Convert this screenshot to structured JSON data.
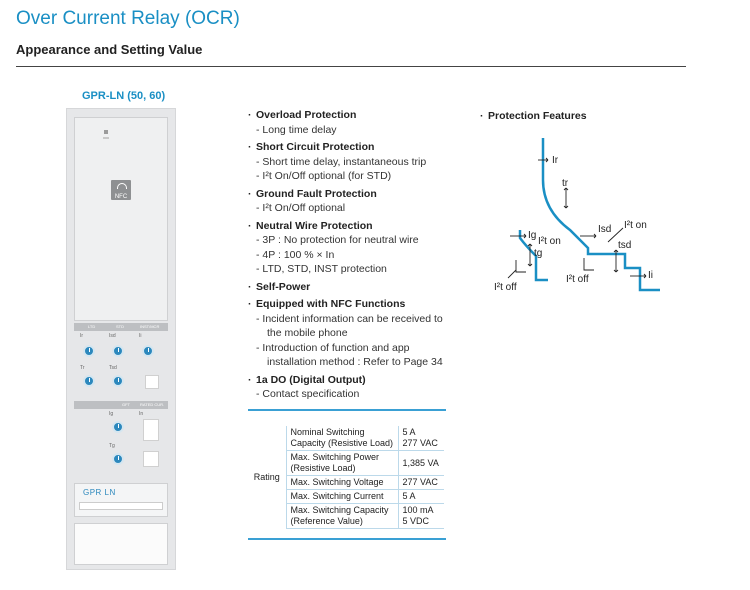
{
  "header": {
    "title": "Over Current Relay (OCR)",
    "subtitle": "Appearance and Setting Value"
  },
  "device": {
    "model": "GPR-LN (50, 60)",
    "nfc_label": "NFC",
    "band1": {
      "a": "LTD",
      "b": "STD",
      "c": "INST/MCR"
    },
    "band2": {
      "a": "GFT",
      "b": "RATED CUR."
    },
    "dial_labels": {
      "ir": "Ir",
      "isd": "Isd",
      "ii": "Ii",
      "tr": "Tr",
      "tsd": "Tsd",
      "ig": "Ig",
      "in": "In",
      "tg": "Tg"
    },
    "name_plate": "GPR LN",
    "icons": {
      "led": "status-led-icon",
      "nfc": "nfc-icon",
      "dial": "rotary-dial-icon"
    }
  },
  "features": [
    {
      "head": "Overload Protection",
      "items": [
        "- Long time delay"
      ]
    },
    {
      "head": "Short Circuit Protection",
      "items": [
        "- Short time delay, instantaneous trip",
        "- I²t On/Off optional (for STD)"
      ]
    },
    {
      "head": "Ground Fault Protection",
      "items": [
        "- I²t On/Off optional"
      ]
    },
    {
      "head": "Neutral Wire Protection",
      "items": [
        "- 3P : No protection for neutral wire",
        "- 4P : 100 % × In",
        "- LTD, STD, INST protection"
      ]
    },
    {
      "head": "Self-Power",
      "items": []
    },
    {
      "head": "Equipped with NFC Functions",
      "items": [
        "- Incident information can be received to",
        "  the mobile phone",
        "- Introduction of function and app",
        "  installation method : Refer to Page 34"
      ]
    },
    {
      "head": "1a DO (Digital Output)",
      "items": [
        "- Contact specification"
      ]
    }
  ],
  "rating": {
    "label": "Rating",
    "rows": [
      {
        "name": [
          "Nominal Switching",
          "Capacity (Resistive Load)"
        ],
        "value": [
          "5 A",
          "277 VAC"
        ]
      },
      {
        "name": [
          "Max. Switching Power",
          "(Resistive Load)"
        ],
        "value": [
          "1,385 VA"
        ]
      },
      {
        "name": [
          "Max. Switching Voltage"
        ],
        "value": [
          "277 VAC"
        ]
      },
      {
        "name": [
          "Max. Switching Current"
        ],
        "value": [
          "5 A"
        ]
      },
      {
        "name": [
          "Max. Switching Capacity",
          "(Reference Value)"
        ],
        "value": [
          "100 mA",
          "5 VDC"
        ]
      }
    ]
  },
  "protection": {
    "title": "Protection Features",
    "labels": {
      "ir": "Ir",
      "tr": "tr",
      "isd": "Isd",
      "i2t_on_main": "I²t on",
      "tsd": "tsd",
      "i2t_off_main": "I²t off",
      "ii": "Ii",
      "ig": "Ig",
      "i2t_on_gf": "I²t on",
      "tg": "tg",
      "i2t_off_gf": "I²t off"
    },
    "curve_color": "#1a8fc4"
  },
  "colors": {
    "accent": "#1a8fc4",
    "device_bg": "#e6e7e9",
    "dial": "#2c88bd"
  }
}
